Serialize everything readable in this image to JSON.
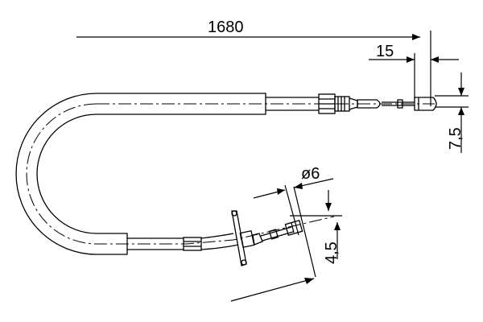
{
  "dimensions": {
    "overall_length": "1680",
    "end_fitting_length": "15",
    "end_diameter_spacing": "7,5",
    "inner_diameter": "ø6",
    "nipple_offset": "4,5"
  },
  "colors": {
    "line": "#000000",
    "background": "#ffffff"
  }
}
